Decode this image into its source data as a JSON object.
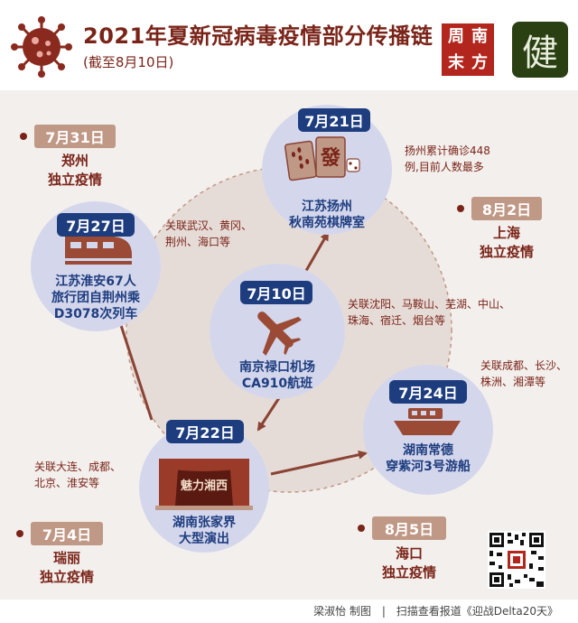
{
  "header": {
    "title": "2021年夏新冠病毒疫情部分传播链",
    "subtitle": "(截至8月10日)",
    "logo_nanfang": [
      "周",
      "南",
      "末",
      "方"
    ],
    "logo_jian": "健"
  },
  "nodes": [
    {
      "key": "nanjing",
      "date": "7月10日",
      "lines": [
        "南京禄口机场",
        "CA910航班"
      ],
      "icon": "airplane-icon"
    },
    {
      "key": "yangzhou",
      "date": "7月21日",
      "lines": [
        "江苏扬州",
        "秋南苑棋牌室"
      ],
      "icon": "mahjong-icon"
    },
    {
      "key": "huaian",
      "date": "7月27日",
      "lines": [
        "江苏淮安67人",
        "旅行团自荆州乘",
        "D3078次列车"
      ],
      "icon": "train-icon"
    },
    {
      "key": "zhangjiajie",
      "date": "7月22日",
      "lines": [
        "湖南张家界",
        "大型演出"
      ],
      "icon": "stage-icon",
      "stage_text": "魅力湘西"
    },
    {
      "key": "changde",
      "date": "7月24日",
      "lines": [
        "湖南常德",
        "穿紫河3号游船"
      ],
      "icon": "boat-icon"
    }
  ],
  "independent": [
    {
      "key": "zhengzhou",
      "date": "7月31日",
      "lines": [
        "郑州",
        "独立疫情"
      ]
    },
    {
      "key": "shanghai",
      "date": "8月2日",
      "lines": [
        "上海",
        "独立疫情"
      ]
    },
    {
      "key": "ruili",
      "date": "7月4日",
      "lines": [
        "瑞丽",
        "独立疫情"
      ]
    },
    {
      "key": "haikou",
      "date": "8月5日",
      "lines": [
        "海口",
        "独立疫情"
      ]
    }
  ],
  "notes": {
    "yangzhou": [
      "扬州累计确诊448",
      "例,目前人数最多"
    ],
    "huaian": [
      "关联武汉、黄冈、",
      "荆州、海口等"
    ],
    "nanjing": [
      "关联沈阳、马鞍山、芜湖、中山、",
      "珠海、宿迁、烟台等"
    ],
    "changde": [
      "关联成都、长沙、",
      "株洲、湘潭等"
    ],
    "zhangjiajie": [
      "关联大连、成都、",
      "北京、淮安等"
    ]
  },
  "footer": {
    "credit": "梁淑怡 制图",
    "separator": "|",
    "scan_text": "扫描查看报道《迎战Delta20天》"
  },
  "colors": {
    "maroon": "#7a2419",
    "navy": "#1e3d7f",
    "node_fill": "#d4d7ec",
    "tan": "#c09886",
    "big_circle": "#e6dcd7"
  }
}
